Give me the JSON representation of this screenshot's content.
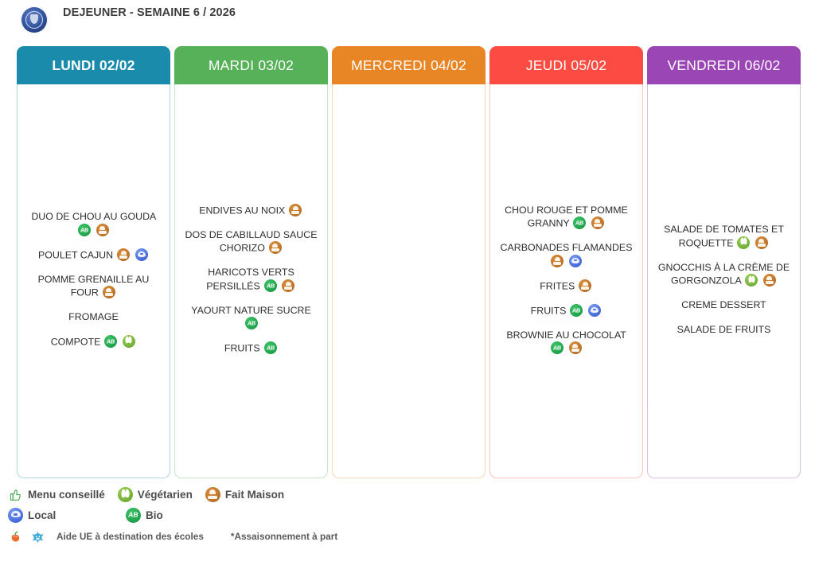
{
  "header": {
    "logo_icon": "school-crest-logo",
    "title": "DEJEUNER - SEMAINE 6 / 2026"
  },
  "days": [
    {
      "id": "lundi",
      "label": "LUNDI 02/02",
      "color": "#1a8bab",
      "bold": true,
      "dishes": [
        {
          "name": "DUO DE CHOU AU GOUDA",
          "badges": [
            "bio",
            "maison"
          ]
        },
        {
          "name": "POULET CAJUN",
          "badges": [
            "maison",
            "local"
          ]
        },
        {
          "name": "POMME GRENAILLE AU FOUR",
          "badges": [
            "maison"
          ]
        },
        {
          "name": "FROMAGE",
          "badges": []
        },
        {
          "name": "COMPOTE",
          "badges": [
            "bio",
            "vege"
          ]
        }
      ]
    },
    {
      "id": "mardi",
      "label": "MARDI 03/02",
      "color": "#56b158",
      "bold": false,
      "dishes": [
        {
          "name": "ENDIVES AU NOIX",
          "badges": [
            "maison"
          ]
        },
        {
          "name": "DOS DE CABILLAUD SAUCE CHORIZO",
          "badges": [
            "maison"
          ]
        },
        {
          "name": "HARICOTS VERTS PERSILLÉS",
          "badges": [
            "bio",
            "maison"
          ]
        },
        {
          "name": "YAOURT NATURE SUCRE",
          "badges": [
            "bio"
          ]
        },
        {
          "name": "FRUITS",
          "badges": [
            "bio"
          ]
        }
      ]
    },
    {
      "id": "mercredi",
      "label": "MERCREDI 04/02",
      "color": "#e88524",
      "bold": false,
      "dishes": []
    },
    {
      "id": "jeudi",
      "label": "JEUDI 05/02",
      "color": "#fb4b42",
      "bold": false,
      "dishes": [
        {
          "name": "CHOU ROUGE ET POMME GRANNY",
          "badges": [
            "bio",
            "maison"
          ]
        },
        {
          "name": "CARBONADES FLAMANDES",
          "badges": [
            "maison",
            "local"
          ]
        },
        {
          "name": "FRITES",
          "badges": [
            "maison"
          ]
        },
        {
          "name": "FRUITS",
          "badges": [
            "bio",
            "local"
          ]
        },
        {
          "name": "BROWNIE AU CHOCOLAT",
          "badges": [
            "bio",
            "maison"
          ]
        }
      ]
    },
    {
      "id": "vendredi",
      "label": "VENDREDI 06/02",
      "color": "#9b46b5",
      "bold": false,
      "dishes": [
        {
          "name": "SALADE DE TOMATES ET ROQUETTE",
          "badges": [
            "vege",
            "maison"
          ]
        },
        {
          "name": "GNOCCHIS À LA CRÈME DE GORGONZOLA",
          "badges": [
            "vege",
            "maison"
          ]
        },
        {
          "name": "CREME DESSERT",
          "badges": []
        },
        {
          "name": "SALADE DE FRUITS",
          "badges": []
        }
      ]
    }
  ],
  "legend": {
    "row1": [
      {
        "icon": "thumbs-up-icon",
        "label": "Menu conseillé"
      },
      {
        "icon": "vegetarian-leaf-icon",
        "label": "Végétarien"
      },
      {
        "icon": "homemade-pot-icon",
        "label": "Fait Maison"
      }
    ],
    "row2": [
      {
        "icon": "local-product-icon",
        "label": "Local"
      },
      {
        "icon": "bio-ab-icon",
        "label": "Bio"
      }
    ],
    "row3": {
      "fruit_icon": "fruit-icon",
      "cow_icon": "cow-icon",
      "eu_aid_text": "Aide UE à destination des écoles",
      "seasoning_note": "*Assaisonnement à part"
    }
  },
  "badge_colors": {
    "bio": "#25a84f",
    "maison": "#c0762a",
    "vegetarien": "#79b53c",
    "local": "#4d72e0"
  }
}
